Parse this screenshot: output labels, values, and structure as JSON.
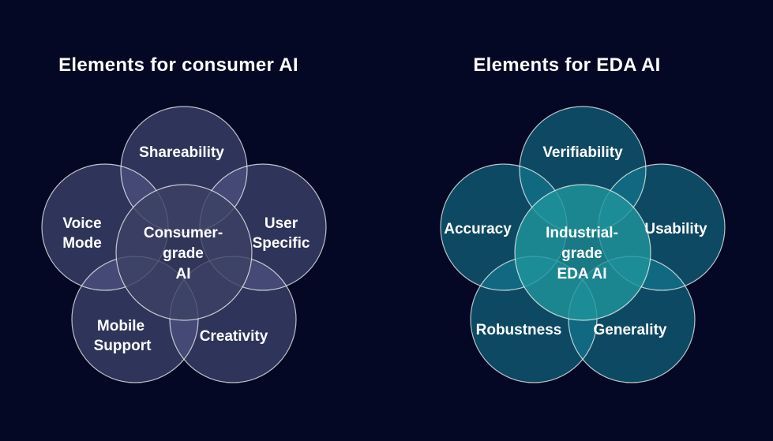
{
  "slide": {
    "background": "#050824",
    "outline_color": "#ffffff"
  },
  "diagrams": [
    {
      "title": "Elements for consumer AI",
      "petal_fill": "#5a6090",
      "center_fill": "#3c4164",
      "center": {
        "lines": [
          "Consumer-",
          "grade",
          "AI"
        ]
      },
      "petals": [
        {
          "name": "shareability",
          "lines": [
            "Shareability"
          ]
        },
        {
          "name": "voice-mode",
          "lines": [
            "Voice",
            "Mode"
          ]
        },
        {
          "name": "user-specific",
          "lines": [
            "User",
            "Specific"
          ]
        },
        {
          "name": "mobile-support",
          "lines": [
            "Mobile",
            "Support"
          ]
        },
        {
          "name": "creativity",
          "lines": [
            "Creativity"
          ]
        }
      ]
    },
    {
      "title": "Elements for EDA AI",
      "petal_fill": "#158aa0",
      "center_fill": "#1f949b",
      "center": {
        "lines": [
          "Industrial-",
          "grade",
          "EDA AI"
        ]
      },
      "petals": [
        {
          "name": "verifiability",
          "lines": [
            "Verifiability"
          ]
        },
        {
          "name": "accuracy",
          "lines": [
            "Accuracy"
          ]
        },
        {
          "name": "usability",
          "lines": [
            "Usability"
          ]
        },
        {
          "name": "robustness",
          "lines": [
            "Robustness"
          ]
        },
        {
          "name": "generality",
          "lines": [
            "Generality"
          ]
        }
      ]
    }
  ]
}
